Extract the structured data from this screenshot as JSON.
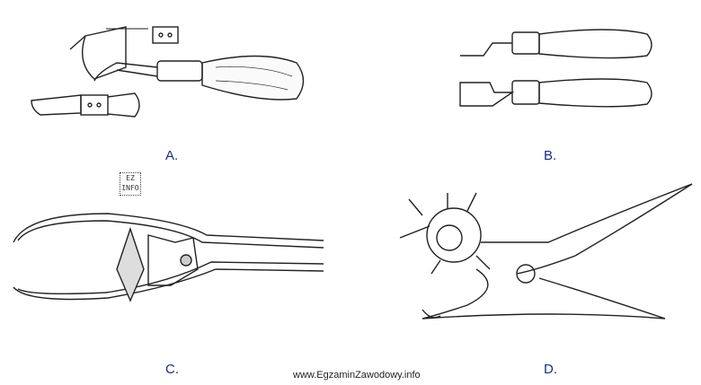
{
  "options": [
    {
      "label": "A."
    },
    {
      "label": "B."
    },
    {
      "label": "C."
    },
    {
      "label": "D."
    }
  ],
  "logo": {
    "text": "EZ INFO"
  },
  "watermark": "www.EgzaminZawodowy.info"
}
